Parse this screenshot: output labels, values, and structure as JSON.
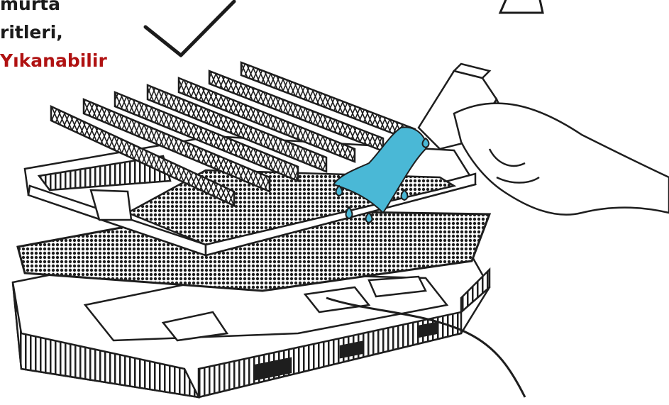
{
  "caption": {
    "line1": "murta",
    "line2": "ritleri,",
    "line3": "Yıkanabilir"
  },
  "colors": {
    "ink": "#1b1b1b",
    "accent_red": "#b01212",
    "water": "#4ab8d6",
    "paper": "#ffffff"
  },
  "illustration": {
    "checkmark": "check-icon",
    "warning": "warning-triangle-icon",
    "trays": 7
  }
}
